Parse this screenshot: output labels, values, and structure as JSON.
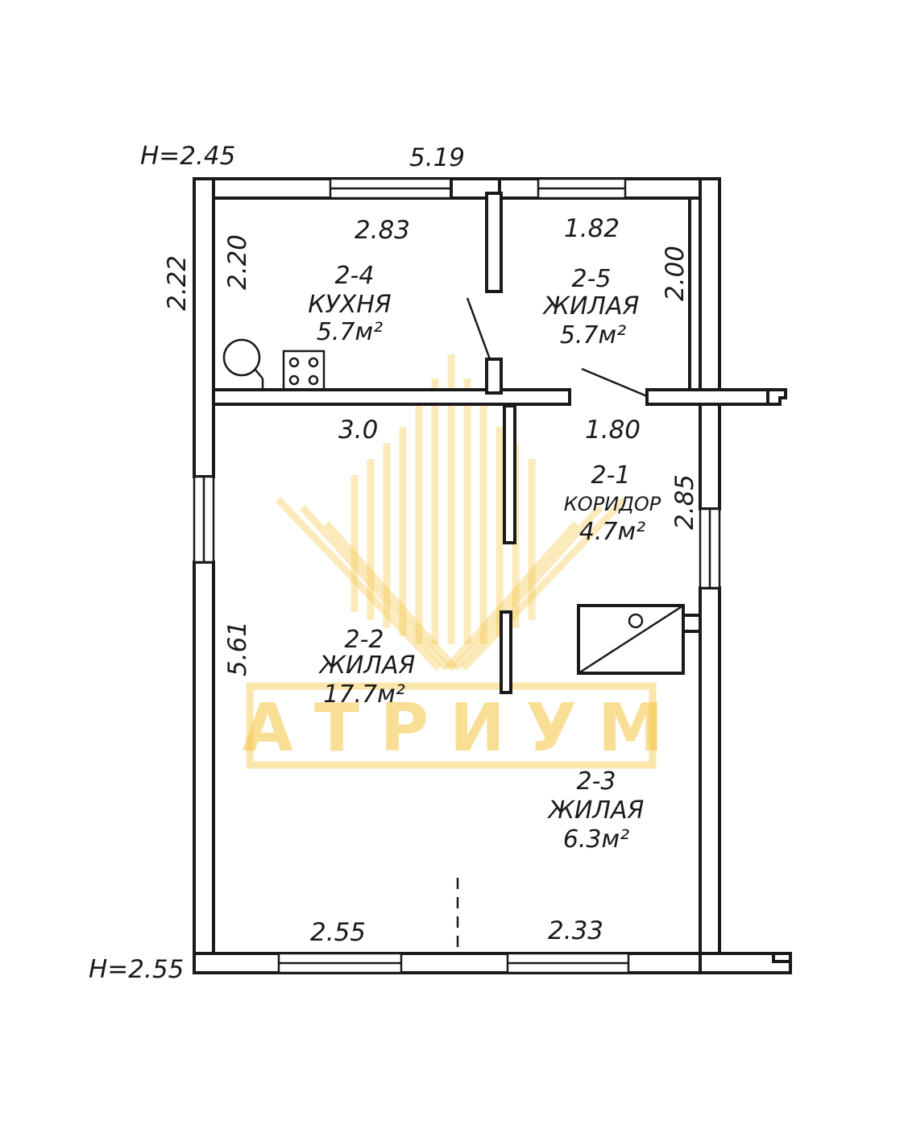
{
  "heights": {
    "top": "H=2.45",
    "bottom": "H=2.55"
  },
  "dimensions": {
    "outer_top": "5.19",
    "outer_left": "2.22",
    "kitchen_top": "2.83",
    "kitchen_left": "2.20",
    "bedroom_top": "1.82",
    "bedroom_right": "2.00",
    "living_top": "3.0",
    "corridor_top": "1.80",
    "corridor_right": "2.85",
    "living_left": "5.61",
    "bottom_left": "2.55",
    "bottom_right": "2.33"
  },
  "rooms": [
    {
      "id": "2-4",
      "name": "КУХНЯ",
      "area": "5.7м²"
    },
    {
      "id": "2-5",
      "name": "ЖИЛАЯ",
      "area": "5.7м²"
    },
    {
      "id": "2-1",
      "name": "КОРИДОР",
      "area": "4.7м²"
    },
    {
      "id": "2-2",
      "name": "ЖИЛАЯ",
      "area": "17.7м²"
    },
    {
      "id": "2-3",
      "name": "ЖИЛАЯ",
      "area": "6.3м²"
    }
  ],
  "watermark": {
    "text": "АТРИУМ",
    "color": "#f5c542"
  }
}
